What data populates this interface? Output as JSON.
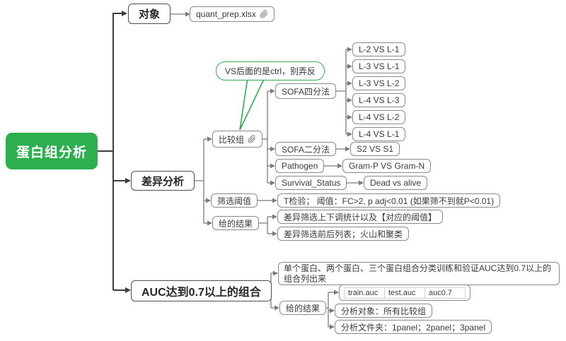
{
  "colors": {
    "accent_green": "#2eaf4f",
    "connector_gray": "#7b7b7b",
    "trunk_dark": "#3d3d3d",
    "node_border": "#8a8a8a",
    "level1_border": "#4e4e4e",
    "table_border": "#d2d2d2"
  },
  "root": {
    "label": "蛋白组分析"
  },
  "object_branch": {
    "label": "对象",
    "file": "quant_prep.xlsx",
    "file_icon": "link-icon"
  },
  "diff_branch": {
    "label": "差异分析",
    "compare": {
      "label": "比较组",
      "icon": "link-icon",
      "callout": "VS后面的是ctrl，别弄反",
      "sofa4": {
        "label": "SOFA四分法",
        "pairs": [
          "L-2 VS L-1",
          "L-3 VS L-1",
          "L-3 VS L-2",
          "L-4 VS L-3",
          "L-4 VS L-2",
          "L-4 VS L-1"
        ]
      },
      "sofa2": {
        "label": "SOFA二分法",
        "pair": "S2 VS S1"
      },
      "pathogen": {
        "label": "Pathogen",
        "pair": "Gram-P VS Gram-N"
      },
      "survival": {
        "label": "Survival_Status",
        "pair": "Dead vs alive"
      }
    },
    "threshold": {
      "label": "筛选阈值",
      "rule": "T检验；  阈值：FC>2, p adj<0.01 (如果筛不到就P<0.01)"
    },
    "results": {
      "label": "给的结果",
      "items": [
        "差异筛选上下调统计以及【对应的阈值】",
        "差异筛选前后列表；火山和聚类"
      ]
    }
  },
  "auc_branch": {
    "label": "AUC达到0.7以上的组合",
    "desc": "单个蛋白、两个蛋白、三个蛋白组合分类训练和验证AUC达到0.7以上的组合列出来",
    "results": {
      "label": "给的结果",
      "files": [
        "train.auc",
        "test.auc",
        "auc0.7"
      ],
      "items": [
        "分析对象：所有比较组",
        "分析文件夹：1panel；2panel；3panel"
      ]
    }
  }
}
